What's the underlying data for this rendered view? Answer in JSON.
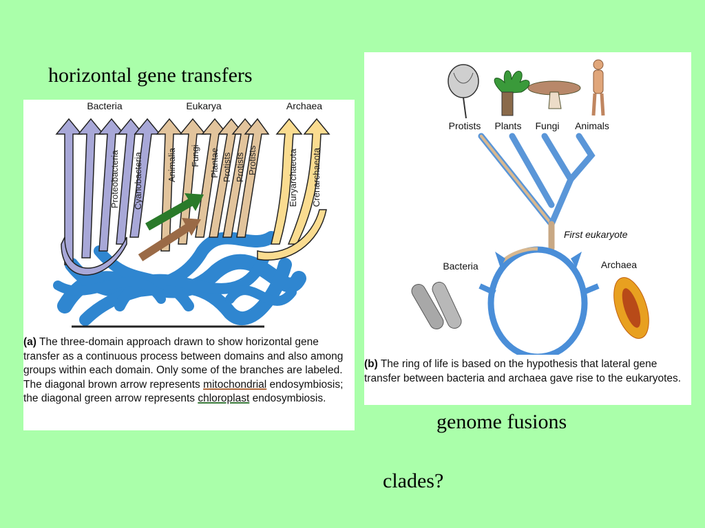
{
  "slide": {
    "heading_left": "horizontal gene transfers",
    "heading_right": "genome fusions",
    "question": "clades?"
  },
  "panel_a": {
    "domains": [
      "Bacteria",
      "Eukarya",
      "Archaea"
    ],
    "bacteria_groups": [
      "Proteobacteria",
      "Cyanobacteria"
    ],
    "eukarya_groups": [
      "Animalia",
      "Fungi",
      "Plantae",
      "Protists",
      "Protists",
      "Protists"
    ],
    "archaea_groups": [
      "Euryarchaeota",
      "Crenarchaeota"
    ],
    "caption": {
      "label": "(a)",
      "text1": " The three-domain approach drawn to show horizontal gene transfer as a continuous process between domains and also among groups within each domain. Only some of the branches are labeled. The diagonal brown arrow represents ",
      "mito": "mitochondrial",
      "text2": " endosymbiosis; the diagonal green arrow represents ",
      "chloro": "chloroplast",
      "text3": " endosymbiosis."
    },
    "colors": {
      "bacteria": "#a8a8d8",
      "eukarya": "#e2c49c",
      "archaea": "#fadc90",
      "base": "#2f86d0",
      "green_arrow": "#2a7a2a",
      "brown_arrow": "#9a6a46"
    }
  },
  "panel_b": {
    "groups": [
      "Protists",
      "Plants",
      "Fungi",
      "Animals"
    ],
    "first_eukaryote": "First eukaryote",
    "bacteria": "Bacteria",
    "archaea": "Archaea",
    "caption": {
      "label": "(b)",
      "text": " The ring of life is based on the hypothesis that lateral gene transfer between bacteria and archaea gave rise to the eukaryotes."
    },
    "colors": {
      "ring": "#4a8ed8",
      "tan": "#d8b890"
    }
  }
}
